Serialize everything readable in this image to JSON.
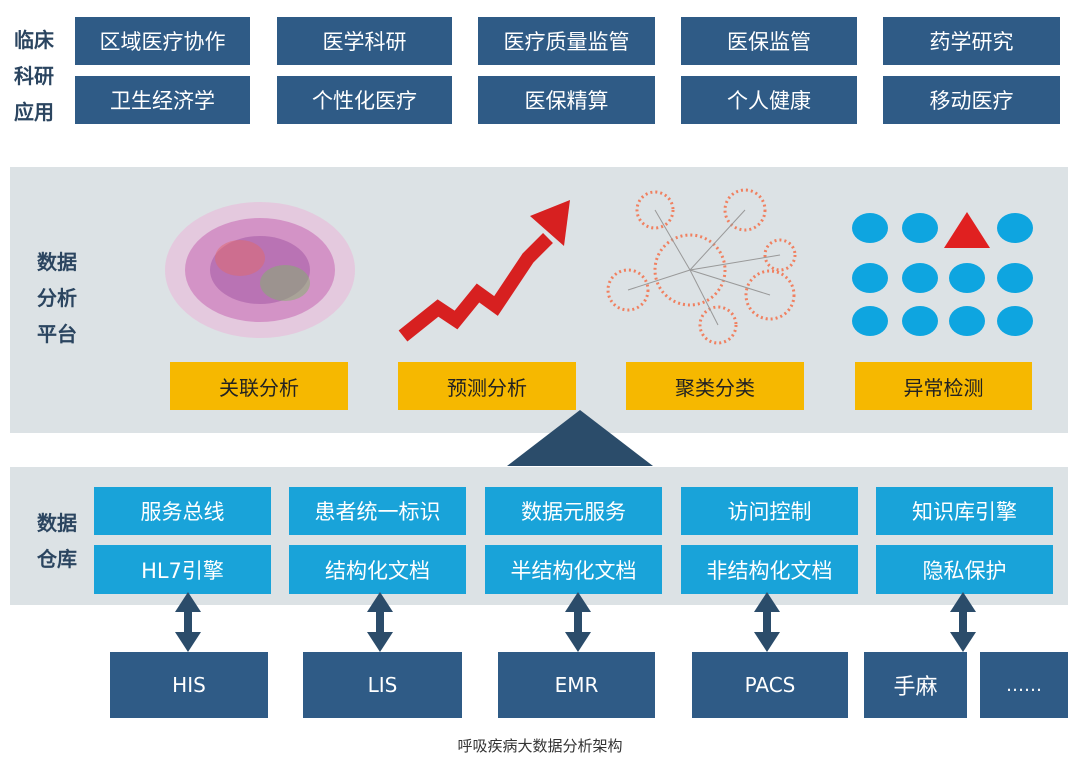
{
  "app_layer": {
    "label": [
      "临床",
      "科研",
      "应用"
    ],
    "row1": [
      "区域医疗协作",
      "医学科研",
      "医疗质量监管",
      "医保监管",
      "药学研究"
    ],
    "row2": [
      "卫生经济学",
      "个性化医疗",
      "医保精算",
      "个人健康",
      "移动医疗"
    ]
  },
  "analysis": {
    "label": [
      "数据",
      "分析",
      "平台"
    ],
    "items": [
      "关联分析",
      "预测分析",
      "聚类分类",
      "异常检测"
    ]
  },
  "warehouse": {
    "label": [
      "数据",
      "仓库"
    ],
    "row1": [
      "服务总线",
      "患者统一标识",
      "数据元服务",
      "访问控制",
      "知识库引擎"
    ],
    "row2": [
      "HL7引擎",
      "结构化文档",
      "半结构化文档",
      "非结构化文档",
      "隐私保护"
    ]
  },
  "sources": [
    "HIS",
    "LIS",
    "EMR",
    "PACS",
    "手麻",
    "……"
  ],
  "caption": "呼吸疾病大数据分析架构",
  "colors": {
    "dark": "#2f5b86",
    "cyan": "#19a3d9",
    "yellow": "#f6b800",
    "panel": "#dce2e5"
  }
}
